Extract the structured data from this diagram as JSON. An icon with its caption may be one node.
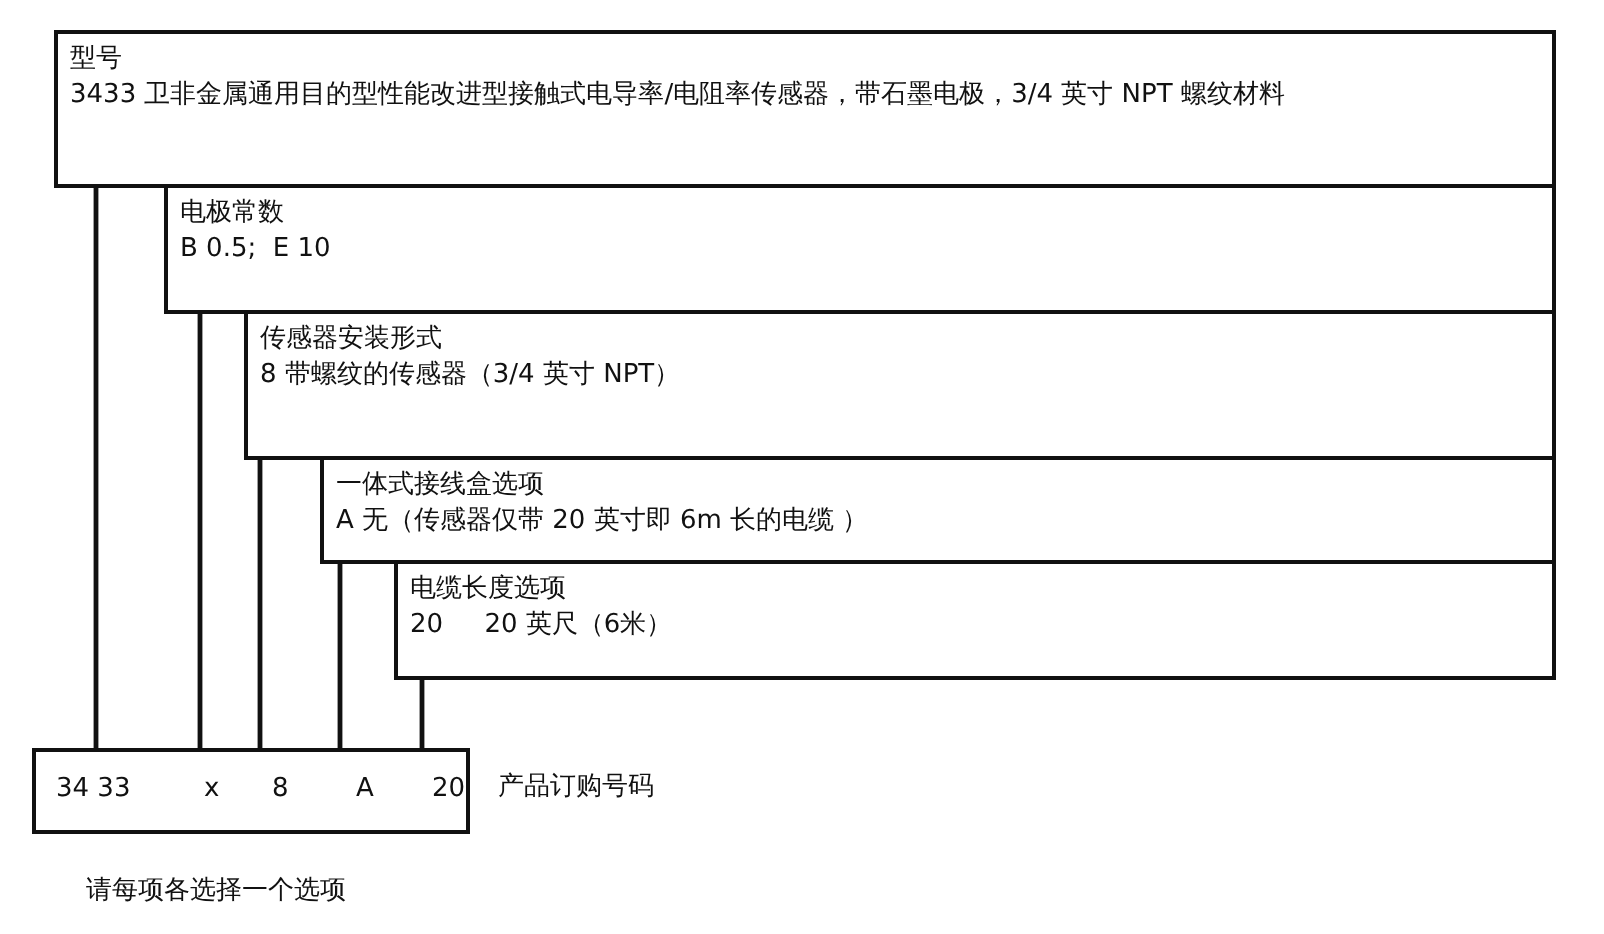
{
  "diagram": {
    "nodes": [
      {
        "text": [
          "型号",
          "3433 卫非金属通用目的型性能改进型接触式电导率/电阻率传感器，带石墨电极，3/4 英寸 NPT 螺纹材料"
        ]
      },
      {
        "text": [
          "电极常数",
          "B 0.5;  E 10"
        ]
      },
      {
        "text": [
          "传感器安装形式",
          "8 带螺纹的传感器（3/4 英寸 NPT）"
        ]
      },
      {
        "text": [
          "一体式接线盒选项",
          "A 无（传感器仅带 20 英寸即 6m 长的电缆 ）"
        ]
      },
      {
        "text": [
          "电缆长度选项",
          "20     20 英尺（6米）"
        ]
      },
      {
        "text": [
          "34 33",
          "x",
          "8",
          "A",
          "20"
        ],
        "beside": [
          "产品订购号码"
        ]
      }
    ],
    "edges": [
      {
        "from": 0,
        "to": 5,
        "arrow": "none"
      },
      {
        "from": 1,
        "to": 5,
        "arrow": "none"
      },
      {
        "from": 2,
        "to": 5,
        "arrow": "none"
      },
      {
        "from": 3,
        "to": 5,
        "arrow": "none"
      },
      {
        "from": 4,
        "to": 5,
        "arrow": "none"
      }
    ],
    "labels": [
      "请每项各选择一个选项"
    ]
  }
}
